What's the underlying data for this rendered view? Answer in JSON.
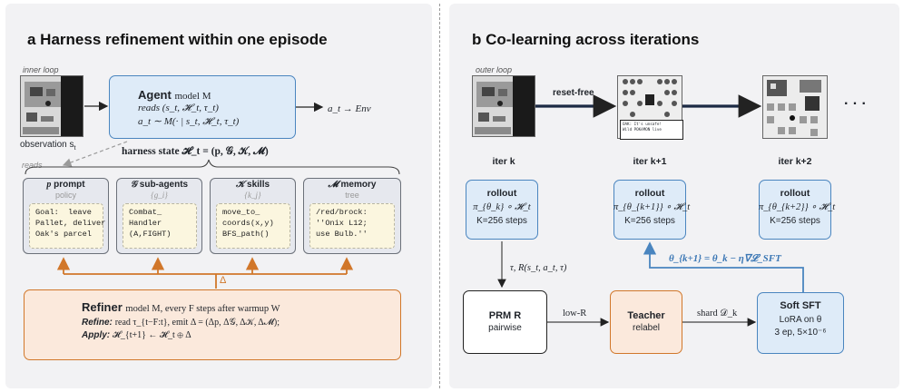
{
  "panel_a": {
    "title": "a  Harness refinement within one episode",
    "inner_loop": "inner loop",
    "observation": "observation s",
    "obs_sub": "t",
    "reads": "reads",
    "agent": {
      "title": "Agent",
      "model": "model M",
      "reads_line": "reads (s_t, 𝓗_t, τ_t)",
      "action_line": "a_t ∼ M(· | s_t, 𝓗_t, τ_t)"
    },
    "action_out": "a_t → Env",
    "harness_state": "harness state 𝓗_t = (p, 𝒢, 𝒦, 𝓜)",
    "slots": [
      {
        "symbol": "p",
        "name": "prompt",
        "sub": "policy",
        "content": "Goal:  leave\nPallet, deliver\nOak's parcel"
      },
      {
        "symbol": "𝒢",
        "name": "sub-agents",
        "sub": "{g_i}",
        "content": "Combat_\nHandler\n(A,FIGHT)"
      },
      {
        "symbol": "𝒦",
        "name": "skills",
        "sub": "{k_j}",
        "content": "move_to_\ncoords(x,y)\nBFS_path()"
      },
      {
        "symbol": "𝓜",
        "name": "memory",
        "sub": "tree",
        "content": "/red/brock:\n''Onix L12;\nuse Bulb.''"
      }
    ],
    "delta": "Δ",
    "refiner": {
      "title": "Refiner",
      "model": "model M, every F steps after warmup W",
      "refine_label": "Refine:",
      "refine_text": "read τ_{t−F:t}, emit Δ = (Δp, Δ𝒢, Δ𝒦, Δ𝓜);",
      "apply_label": "Apply:",
      "apply_text": "𝓗_{t+1} ← 𝓗_t ⊕ Δ"
    }
  },
  "panel_b": {
    "title": "b  Co-learning across iterations",
    "outer_loop": "outer loop",
    "reset_free": "reset-free",
    "ellipsis": "· · ·",
    "screen_text_1": "OAK: It's unsafe!",
    "screen_text_2": "Wild POKéMON live",
    "iters": [
      "iter k",
      "iter k+1",
      "iter k+2"
    ],
    "rollouts": [
      {
        "title": "rollout",
        "policy": "π_{θ_k} ∘ 𝓗_t",
        "steps": "K=256 steps"
      },
      {
        "title": "rollout",
        "policy": "π_{θ_{k+1}} ∘ 𝓗_t",
        "steps": "K=256 steps"
      },
      {
        "title": "rollout",
        "policy": "π_{θ_{k+2}} ∘ 𝓗_t",
        "steps": "K=256 steps"
      }
    ],
    "update_rule": "θ_{k+1} = θ_k − η∇𝓛_SFT",
    "traj_label": "τ,  R(s_t, a_t, τ)",
    "prm": {
      "title": "PRM R",
      "sub": "pairwise"
    },
    "low_r": "low-R",
    "teacher": {
      "title": "Teacher",
      "sub": "relabel"
    },
    "shard": "shard 𝒟_k",
    "sft": {
      "title": "Soft SFT",
      "line1": "LoRA on θ",
      "line2": "3 ep, 5×10⁻⁶"
    }
  },
  "colors": {
    "blue_border": "#4a85bf",
    "blue_fill": "#deebf8",
    "orange_border": "#d1772a",
    "orange_fill": "#fbe9dc",
    "panel_bg": "#f2f2f4"
  }
}
